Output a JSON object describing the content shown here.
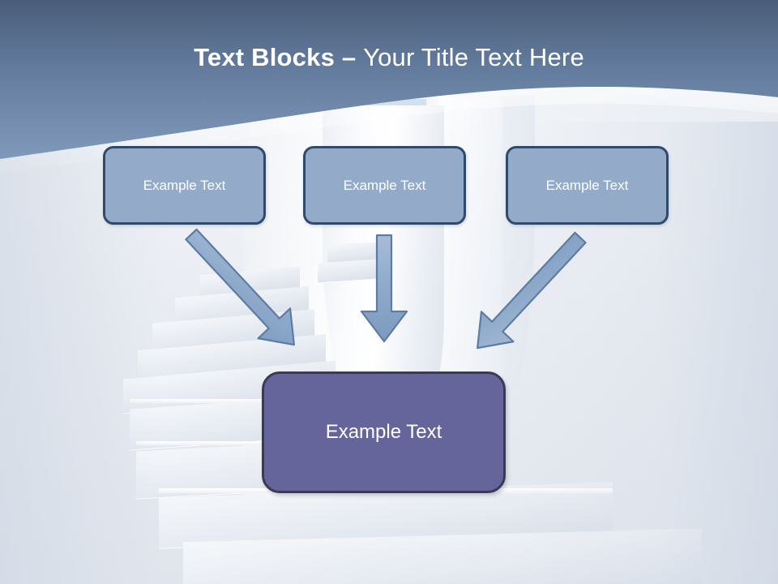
{
  "slide": {
    "title": {
      "bold_part": "Text Blocks – ",
      "normal_part": "Your Title Text Here",
      "full": "Text Blocks – Your Title Text Here",
      "color": "#ffffff"
    },
    "background": {
      "description": "spiral staircase photograph",
      "header_gradient_top": "#4c5f7b",
      "header_gradient_bottom": "#7f9abd",
      "body_color": "#e9edf3",
      "window_sky_color": "#b3cde8"
    },
    "top_boxes": [
      {
        "label": "Example Text",
        "fill": "#93aac9",
        "border": "#2f4a6b"
      },
      {
        "label": "Example Text",
        "fill": "#93aac9",
        "border": "#2f4a6b"
      },
      {
        "label": "Example Text",
        "fill": "#93aac9",
        "border": "#2f4a6b"
      }
    ],
    "bottom_box": {
      "label": "Example Text",
      "fill": "#66659b",
      "border": "#3b3a55"
    },
    "arrows": [
      {
        "name": "arrow-left-diagonal",
        "direction": "down-right",
        "fill": "#8fa9c9",
        "border": "#5d7ca3"
      },
      {
        "name": "arrow-center-vertical",
        "direction": "down",
        "fill": "#8fa9c9",
        "border": "#5d7ca3"
      },
      {
        "name": "arrow-right-diagonal",
        "direction": "down-left",
        "fill": "#8fa9c9",
        "border": "#5d7ca3"
      }
    ]
  }
}
